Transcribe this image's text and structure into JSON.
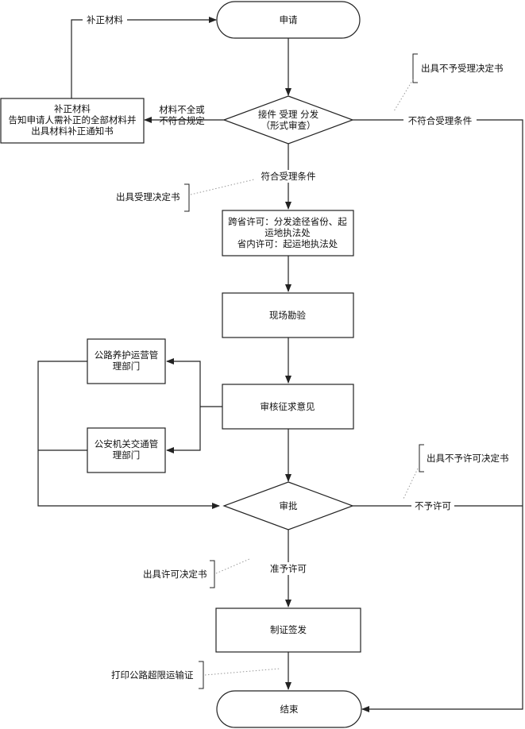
{
  "nodes": {
    "start": "申请",
    "intake": [
      "接件  受理  分发",
      "（形式审查）"
    ],
    "supplement": [
      "补正材料",
      "告知申请人需补正的全部材料并",
      "出具材料补正通知书"
    ],
    "distribute": [
      "跨省许可：分发途径省份、起",
      "运地执法处",
      "省内许可：起运地执法处"
    ],
    "survey": "现场勘验",
    "review": "审核征求意见",
    "road_dept": [
      "公路养护运营管",
      "理部门"
    ],
    "police_dept": [
      "公安机关交通管",
      "理部门"
    ],
    "approve": "审批",
    "issue": "制证签发",
    "end": "结束"
  },
  "edges": {
    "supplement_top": "补正材料",
    "incomplete": [
      "材料不全或",
      "不符合规定"
    ],
    "not_eligible": "不符合受理条件",
    "eligible": "符合受理条件",
    "deny": "不予许可",
    "grant": "准予许可"
  },
  "notes": {
    "reject_acceptance": "出具不予受理决定书",
    "accept_decision": "出具受理决定书",
    "deny_decision": "出具不予许可决定书",
    "permit_decision": "出具许可决定书",
    "print_cert": "打印公路超限运输证"
  }
}
